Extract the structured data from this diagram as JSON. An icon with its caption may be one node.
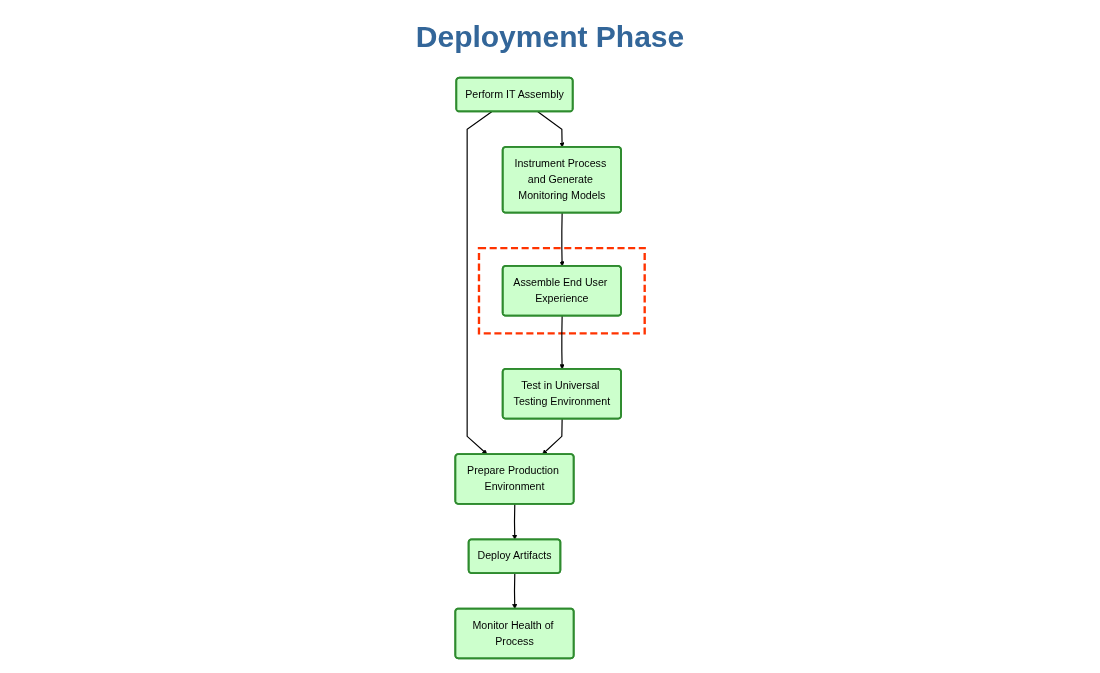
{
  "diagram": {
    "title": "Deployment Phase",
    "nodes": [
      {
        "text": [
          "Perform IT Assembly"
        ]
      },
      {
        "text": [
          "Instrument Process and Generate Monitoring Models"
        ]
      },
      {
        "text": [],
        "shape": "box"
      },
      {
        "text": [
          "Assemble End User Experience"
        ],
        "in": 2
      },
      {
        "text": [
          "Prepare Production Environment"
        ]
      },
      {
        "text": [
          "Test in Universal Testing Environment"
        ]
      },
      {
        "text": [
          "Deploy Artifacts"
        ]
      },
      {
        "text": [
          "Monitor Health of Process"
        ]
      }
    ],
    "edges": [
      {
        "from": 0,
        "to": 1,
        "arrow": "to"
      },
      {
        "from": 1,
        "to": 3,
        "arrow": "to"
      },
      {
        "from": 0,
        "to": 4,
        "arrow": "to"
      },
      {
        "from": 3,
        "to": 5,
        "arrow": "to"
      },
      {
        "from": 5,
        "to": 4,
        "arrow": "to"
      },
      {
        "from": 4,
        "to": 6,
        "arrow": "to"
      },
      {
        "from": 6,
        "to": 7,
        "arrow": "to"
      }
    ]
  }
}
